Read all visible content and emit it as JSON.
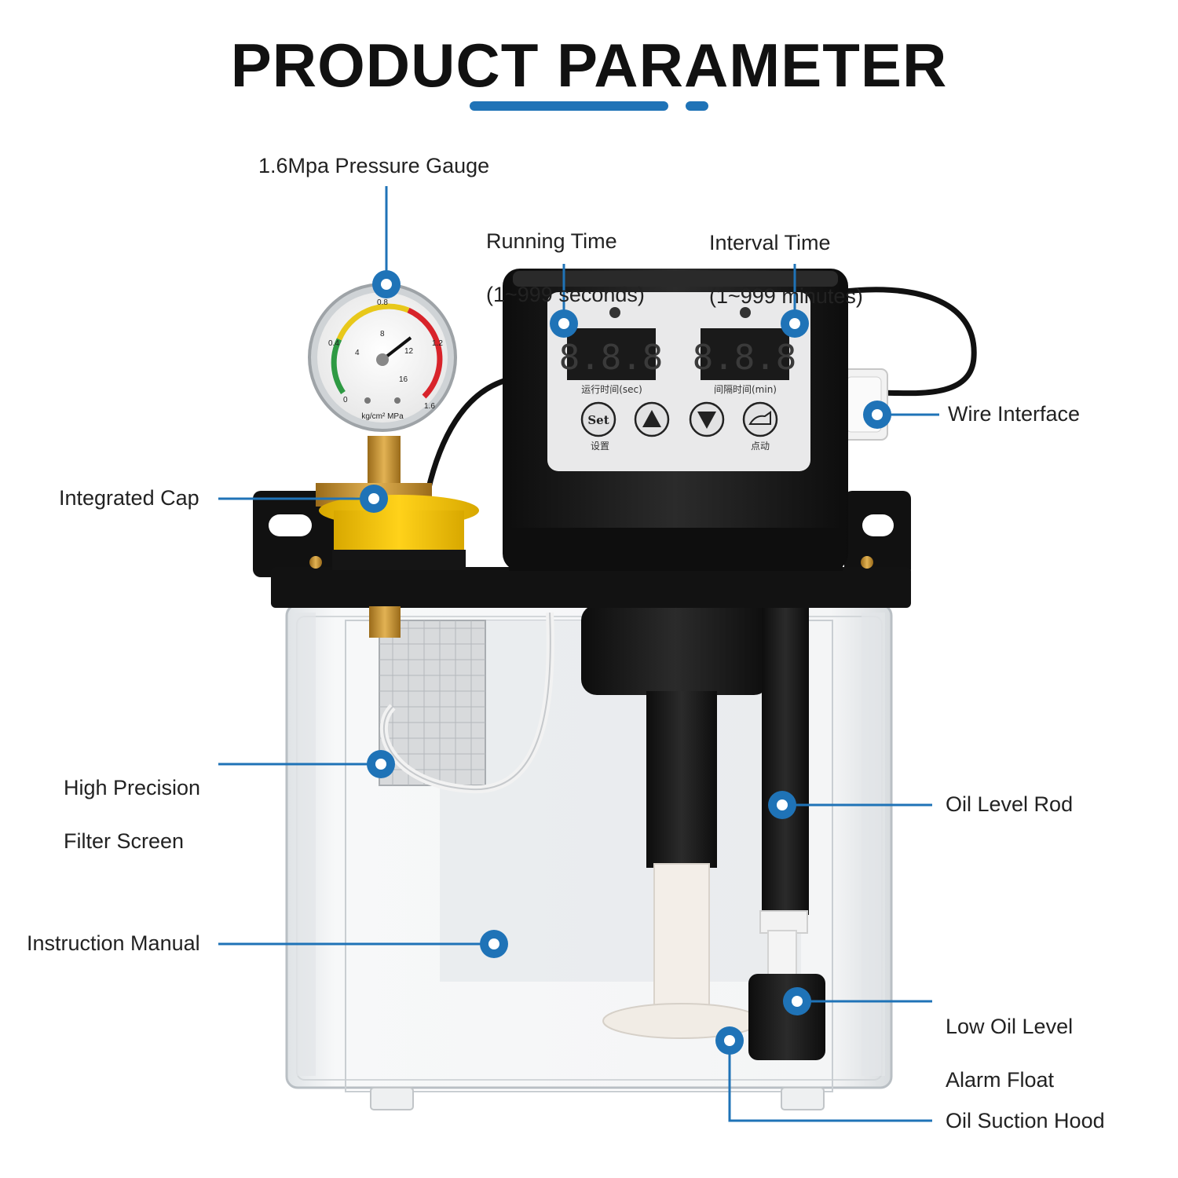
{
  "title": "PRODUCT PARAMETER",
  "colors": {
    "accent": "#1f73b7",
    "panel_face": "#e9e9ea",
    "cap_yellow": "#f5c400",
    "tank_black": "#141414"
  },
  "callouts": {
    "pressure_gauge": "1.6Mpa Pressure Gauge",
    "running_time_line1": "Running Time",
    "running_time_line2": "(1~999 seconds)",
    "interval_time_line1": "Interval Time",
    "interval_time_line2": "(1~999 minutes)",
    "wire_interface": "Wire Interface",
    "integrated_cap": "Integrated Cap",
    "filter_screen_line1": "High Precision",
    "filter_screen_line2": "Filter Screen",
    "oil_level_rod": "Oil Level Rod",
    "instruction_manual": "Instruction Manual",
    "low_oil_alarm_line1": "Low Oil Level",
    "low_oil_alarm_line2": "Alarm Float",
    "oil_suction_hood": "Oil Suction Hood"
  },
  "panel": {
    "display_left": "8.8.8",
    "display_right": "8.8.8",
    "caption_left": "运行时间(sec)",
    "caption_right": "间隔时间(min)",
    "btn_set": "Set",
    "btn_set_caption": "设置",
    "btn_jog_caption": "点动"
  },
  "gauge": {
    "unit_text": "kg/cm² MPa",
    "scale_outer": [
      "0",
      "0.4",
      "0.8",
      "1.2",
      "1.6"
    ],
    "scale_inner": [
      "4",
      "8",
      "12",
      "16"
    ]
  }
}
